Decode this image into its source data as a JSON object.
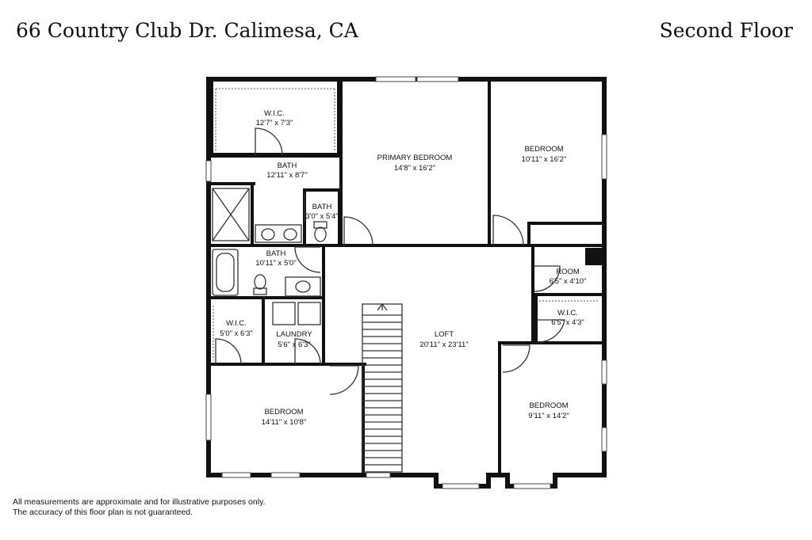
{
  "header": {
    "address": "66 Country Club Dr. Calimesa, CA",
    "floor": "Second Floor"
  },
  "disclaimer": {
    "line1": "All measurements are approximate and for illustrative purposes only.",
    "line2": "The accuracy of this floor plan is not guaranteed."
  },
  "rooms": {
    "wic_primary": {
      "name": "W.I.C.",
      "dims": "12'7\" x 7'3\""
    },
    "bath_primary": {
      "name": "BATH",
      "dims": "12'11\" x 8'7\""
    },
    "primary_bedroom": {
      "name": "PRIMARY BEDROOM",
      "dims": "14'8\" x 16'2\""
    },
    "bedroom_ne": {
      "name": "BEDROOM",
      "dims": "10'11\" x 16'2\""
    },
    "bath_small": {
      "name": "BATH",
      "dims": "3'0\" x 5'4\""
    },
    "bath_hall": {
      "name": "BATH",
      "dims": "10'11\" x 5'0\""
    },
    "room": {
      "name": "ROOM",
      "dims": "6'5\" x 4'10\""
    },
    "wic_east": {
      "name": "W.I.C.",
      "dims": "6'5\" x 4'3\""
    },
    "wic_west": {
      "name": "W.I.C.",
      "dims": "5'0\" x 6'3\""
    },
    "laundry": {
      "name": "LAUNDRY",
      "dims": "5'6\" x 6'3\""
    },
    "loft": {
      "name": "LOFT",
      "dims": "20'11\" x 23'11\""
    },
    "bedroom_sw": {
      "name": "BEDROOM",
      "dims": "14'11\" x 10'8\""
    },
    "bedroom_se": {
      "name": "BEDROOM",
      "dims": "9'11\" x 14'2\""
    }
  }
}
